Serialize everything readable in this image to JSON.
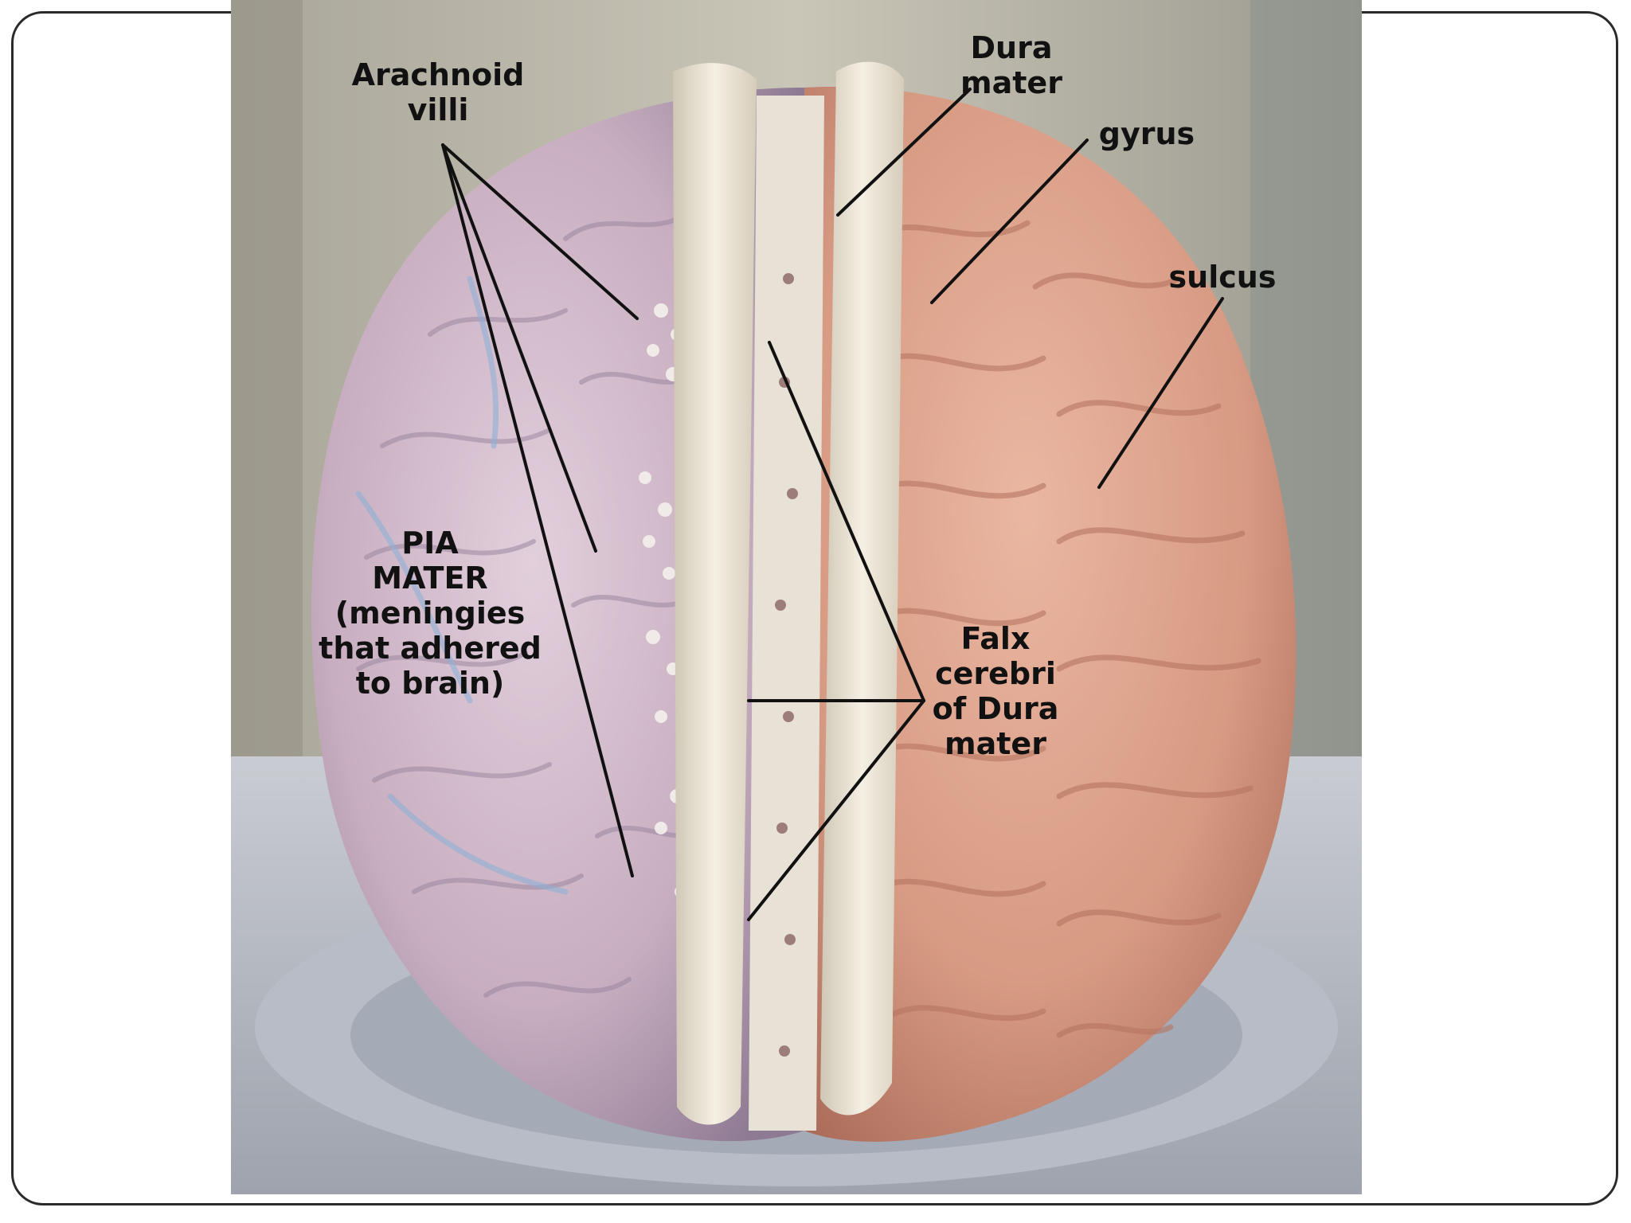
{
  "labels": {
    "arachnoid_villi": [
      "Arachnoid",
      "villi"
    ],
    "dura_mater": [
      "Dura",
      "mater"
    ],
    "gyrus": [
      "gyrus"
    ],
    "sulcus": [
      "sulcus"
    ],
    "pia_mater": [
      "PIA",
      "MATER",
      "(meningies",
      "that adhered",
      "to brain)"
    ],
    "falx_cerebri": [
      "Falx",
      "cerebri",
      "of Dura",
      "mater"
    ]
  },
  "colors": {
    "background_wall": "#b9b6a8",
    "left_hemisphere": "#c8aec0",
    "right_hemisphere": "#d79a83",
    "dura_strip": "#efe9dc",
    "pointer_line": "#111111"
  }
}
